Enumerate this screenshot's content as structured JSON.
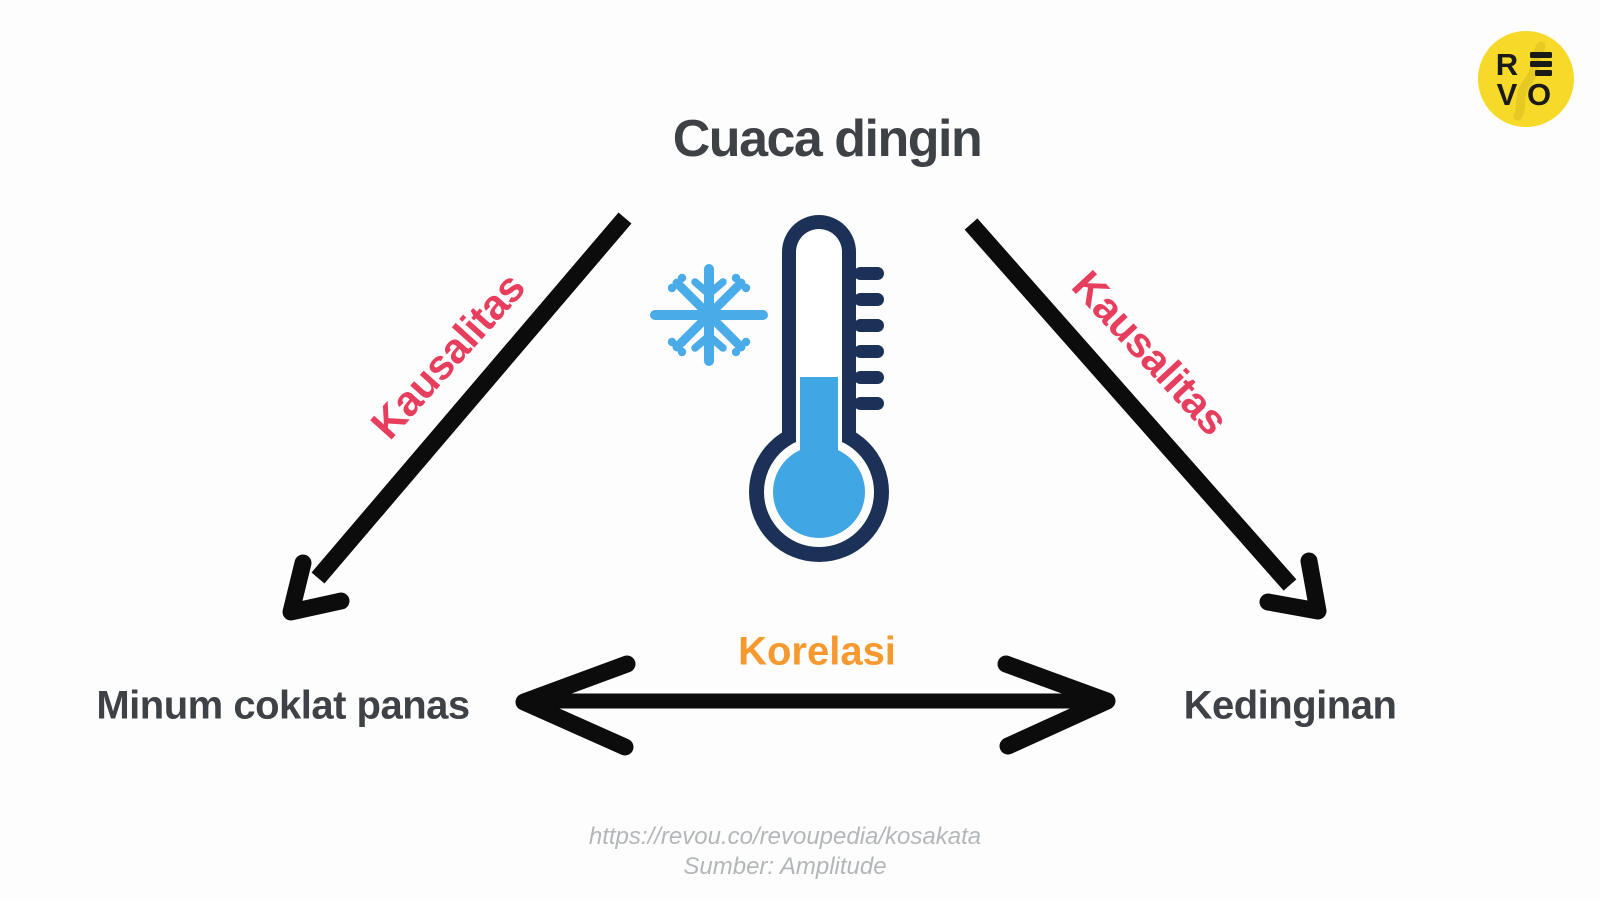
{
  "nodes": {
    "top": {
      "label": "Cuaca dingin"
    },
    "bottom_left": {
      "label": "Minum coklat panas"
    },
    "bottom_right": {
      "label": "Kedinginan"
    }
  },
  "edges": {
    "left": {
      "label": "Kausalitas",
      "type": "causality",
      "from": "Cuaca dingin",
      "to": "Minum coklat panas"
    },
    "right": {
      "label": "Kausalitas",
      "type": "causality",
      "from": "Cuaca dingin",
      "to": "Kedinginan"
    },
    "bottom": {
      "label": "Korelasi",
      "type": "correlation",
      "from": "Minum coklat panas",
      "to": "Kedinginan"
    }
  },
  "icons": {
    "center": [
      "snowflake-icon",
      "thermometer-icon"
    ],
    "logo": "revou-logo"
  },
  "logo": {
    "letters": {
      "top_left": "R",
      "bottom_left": "V",
      "bottom_right": "O"
    },
    "top_right_icon": "three-bars"
  },
  "footer": {
    "url": "https://revou.co/revoupedia/kosakata",
    "source": "Sumber: Amplitude"
  },
  "colors": {
    "bg": "#fdfdfd",
    "text": "#3e4246",
    "causality": "#e83e5e",
    "correlation": "#f6992e",
    "arrow": "#0c0c0c",
    "thermo_navy": "#1b3158",
    "thermo_blue": "#41a7e4",
    "snowflake": "#4aabe9",
    "logo_bg": "#f7d929",
    "logo_ink": "#1a1a1a",
    "footer_text": "#b4b7ba"
  }
}
